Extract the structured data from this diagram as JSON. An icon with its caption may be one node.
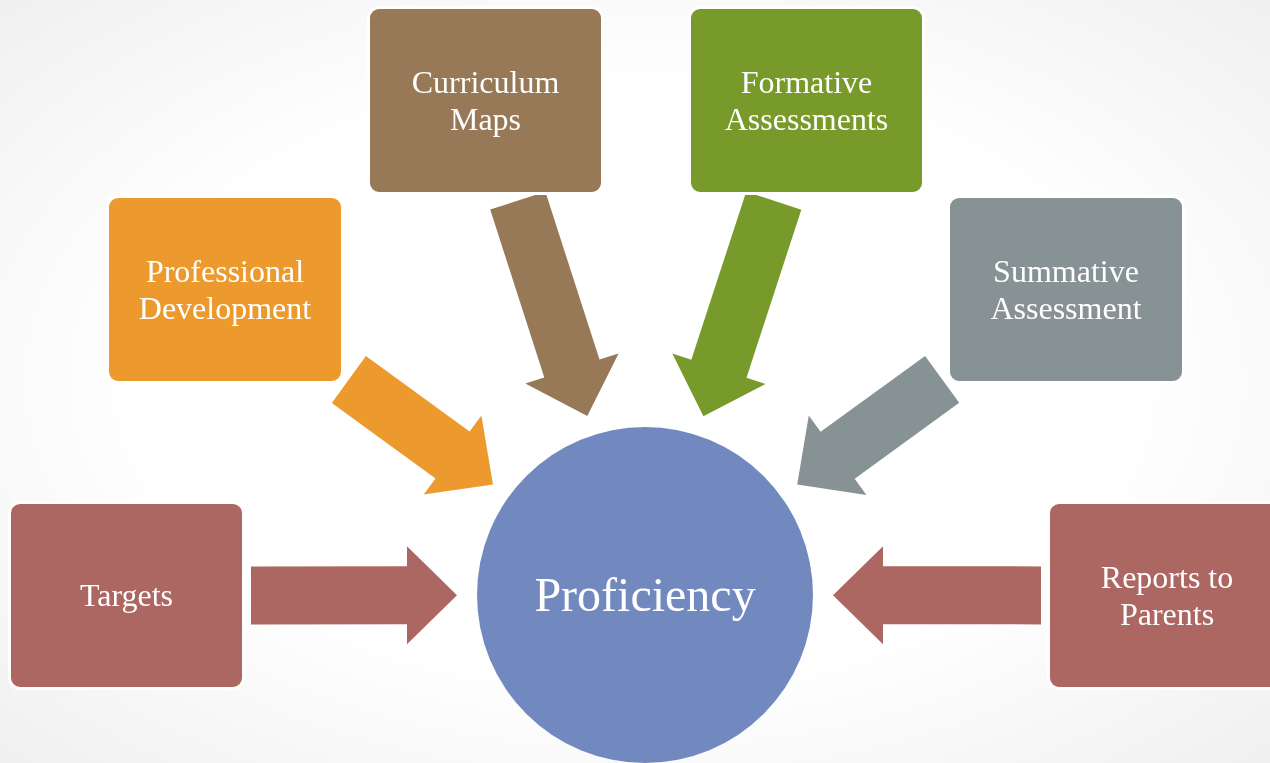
{
  "diagram": {
    "nodes": [
      {
        "text": [
          "Proficiency"
        ]
      },
      {
        "text": [
          "Targets"
        ]
      },
      {
        "text": [
          "Professional Development"
        ]
      },
      {
        "text": [
          "Curriculum Maps"
        ]
      },
      {
        "text": [
          "Formative Assessments"
        ]
      },
      {
        "text": [
          "Summative Assessment"
        ]
      },
      {
        "text": [
          "Reports to Parents"
        ]
      }
    ],
    "edges": [
      {
        "from": 1,
        "to": 0,
        "arrow": "to",
        "style": "thick",
        "color": "#ad6763"
      },
      {
        "from": 2,
        "to": 0,
        "arrow": "to",
        "style": "thick",
        "color": "#ec9a2d"
      },
      {
        "from": 3,
        "to": 0,
        "arrow": "to",
        "style": "thick",
        "color": "#977957"
      },
      {
        "from": 4,
        "to": 0,
        "arrow": "to",
        "style": "thick",
        "color": "#789a2b"
      },
      {
        "from": 5,
        "to": 0,
        "arrow": "to",
        "style": "thick",
        "color": "#879294"
      },
      {
        "from": 6,
        "to": 0,
        "arrow": "to",
        "style": "thick",
        "color": "#ad6763"
      }
    ]
  }
}
